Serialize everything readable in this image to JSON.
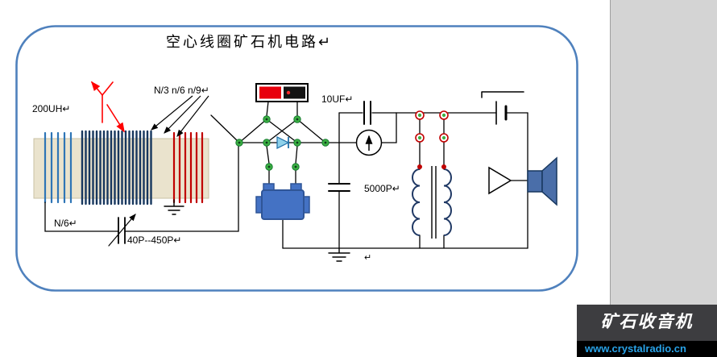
{
  "title": "空心线圈矿石机电路↵",
  "labels": {
    "inductance": "200UH↵",
    "coil_taps": "N/3 n/6 n/9↵",
    "capacitor_10uf": "10UF↵",
    "capacitor_5000p": "5000P↵",
    "variable_capacitor": "40P--450P↵",
    "coil_tap_n6": "N/6↵",
    "stray_mark": "↵"
  },
  "watermark": {
    "brand": "矿石收音机",
    "url": "www.crystalradio.cn"
  },
  "colors": {
    "frame_border": "#4f81bd",
    "antenna_red": "#ff0000",
    "coil_navy": "#17375e",
    "coil_blue": "#2e75b6",
    "coil_red": "#c00000",
    "terminal_green": "#3cb043",
    "coil_form": "#eae3cd",
    "component_blue": "#4472c4",
    "switch_red": "#e8000d",
    "url_blue": "#29a3e8",
    "margin_gray": "#d4d4d4"
  }
}
